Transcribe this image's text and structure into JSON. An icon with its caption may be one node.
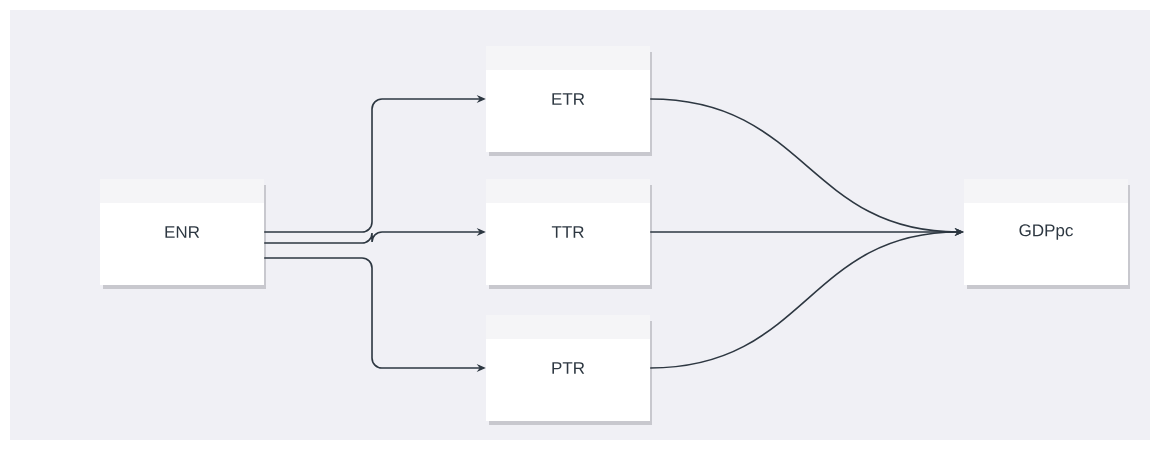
{
  "diagram": {
    "nodes": [
      {
        "text": [
          "ENR"
        ]
      },
      {
        "text": [
          "ETR"
        ]
      },
      {
        "text": [
          "TTR"
        ]
      },
      {
        "text": [
          "PTR"
        ]
      },
      {
        "text": [
          "GDPpc"
        ]
      }
    ],
    "edges": [
      {
        "from": 0,
        "to": 1,
        "arrow": "to"
      },
      {
        "from": 0,
        "to": 2,
        "arrow": "to"
      },
      {
        "from": 0,
        "to": 3,
        "arrow": "to"
      },
      {
        "from": 1,
        "to": 4,
        "arrow": "to"
      },
      {
        "from": 2,
        "to": 4,
        "arrow": "to"
      },
      {
        "from": 3,
        "to": 4,
        "arrow": "to"
      }
    ]
  }
}
